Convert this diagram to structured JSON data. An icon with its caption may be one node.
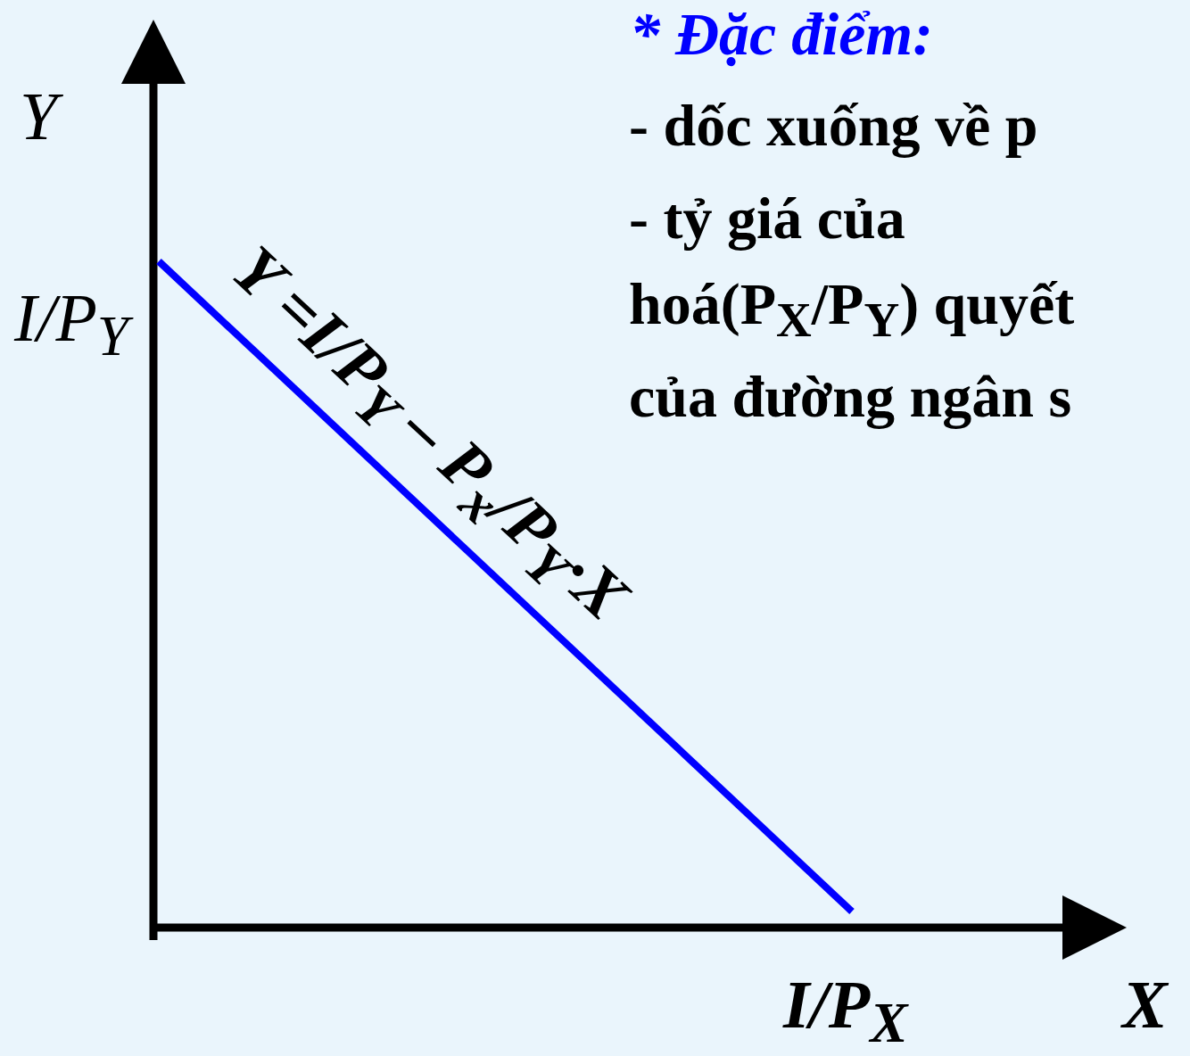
{
  "diagram": {
    "labels": [
      "Y",
      "I/P$_{Y}$",
      "Y =I/P$_{Y}$ – P$_{x}$/P$_{Y}$·X",
      "* Đặc điểm:",
      "- dốc xuống về p",
      "- tỷ giá của",
      "hoá(P$_{X}$/P$_{Y}$) quyết",
      "của đường ngân s",
      "I/P$_{X}$",
      "X"
    ]
  }
}
